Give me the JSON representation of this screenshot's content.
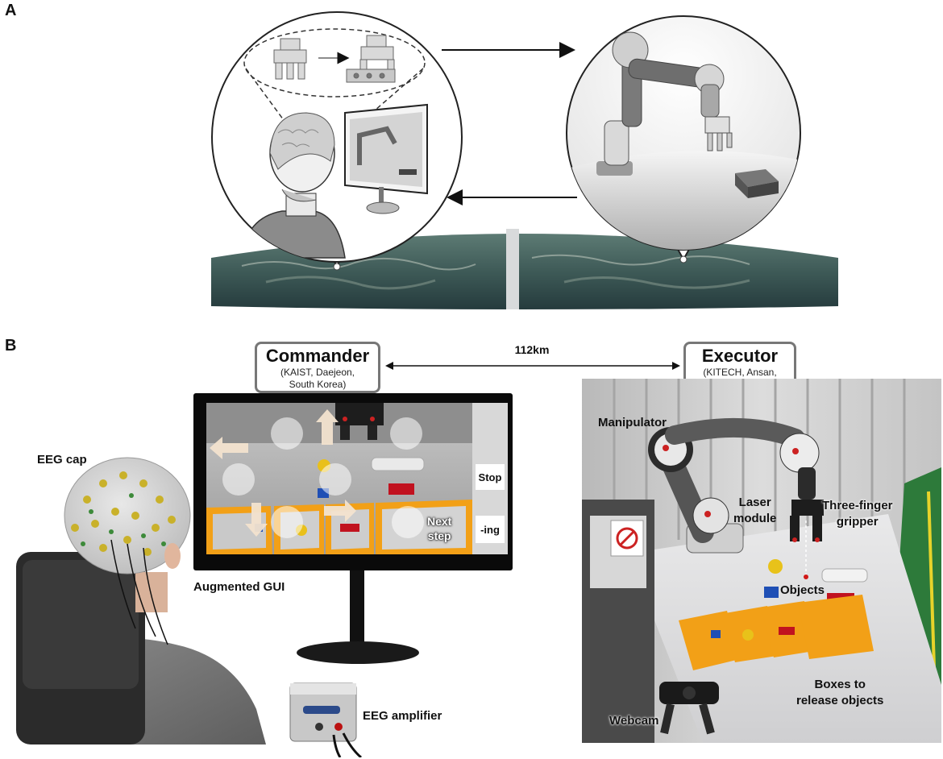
{
  "panel_a": {
    "letter": "A"
  },
  "panel_b": {
    "letter": "B",
    "commander": {
      "title": "Commander",
      "subtitle": "(KAIST, Daejeon,\nSouth Korea)"
    },
    "executor": {
      "title": "Executor",
      "subtitle": "(KITECH, Ansan,\nSouth Korea)"
    },
    "distance": "112km",
    "gui_buttons": {
      "stop": "Stop",
      "ing": "-ing",
      "next_step": "Next\nstep"
    },
    "labels": {
      "eeg_cap": "EEG cap",
      "augmented_gui": "Augmented GUI",
      "eeg_amplifier": "EEG amplifier",
      "manipulator": "Manipulator",
      "laser_module": "Laser\nmodule",
      "three_finger_gripper": "Three-finger\ngripper",
      "objects": "Objects",
      "boxes": "Boxes to\nrelease objects",
      "webcam": "Webcam"
    }
  }
}
